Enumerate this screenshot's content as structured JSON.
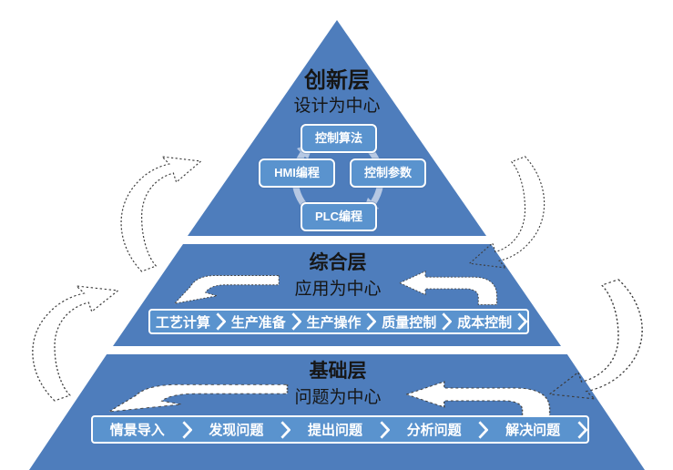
{
  "colors": {
    "pyramid_blue": "#4e7dbc",
    "panel_blue": "#5a93ce",
    "ring_blue": "#b6c8e3",
    "title_text": "#161616",
    "white": "#ffffff"
  },
  "layers": [
    {
      "name": "top",
      "title": "创新层",
      "subtitle": "设计为中心",
      "cycle": [
        "控制算法",
        "控制参数",
        "PLC编程",
        "HMI编程"
      ]
    },
    {
      "name": "middle",
      "title": "综合层",
      "subtitle": "应用为中心",
      "flow": [
        "工艺计算",
        "生产准备",
        "生产操作",
        "质量控制",
        "成本控制"
      ]
    },
    {
      "name": "bottom",
      "title": "基础层",
      "subtitle": "问题为中心",
      "flow": [
        "情景导入",
        "发现问题",
        "提出问题",
        "分析问题",
        "解决问题"
      ]
    }
  ],
  "icons": {
    "cycle_ring": "circular-cycle-arrows",
    "side_arrows": "dotted-curved-feedback-arrow",
    "layer_arrows": "white-bent-arrow",
    "flow_separator": "chevron-right"
  }
}
